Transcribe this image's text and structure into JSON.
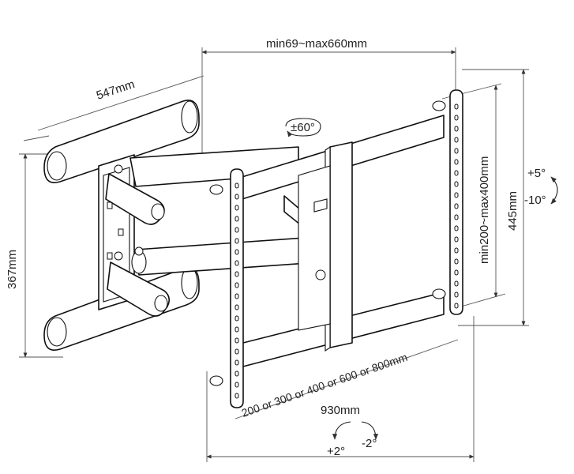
{
  "dimensions": {
    "arm_extension": "min69~max660mm",
    "wall_plate_width": "547mm",
    "wall_plate_height": "367mm",
    "overall_height": "445mm",
    "vesa_vertical": "min200~max400mm",
    "vesa_horizontal": "200 or 300 or 400 or 600 or 800mm",
    "overall_width": "930mm"
  },
  "rotations": {
    "swivel": "±60°",
    "tilt_up": "+5°",
    "tilt_down": "-10°",
    "level_plus": "+2°",
    "level_minus": "-2°"
  }
}
